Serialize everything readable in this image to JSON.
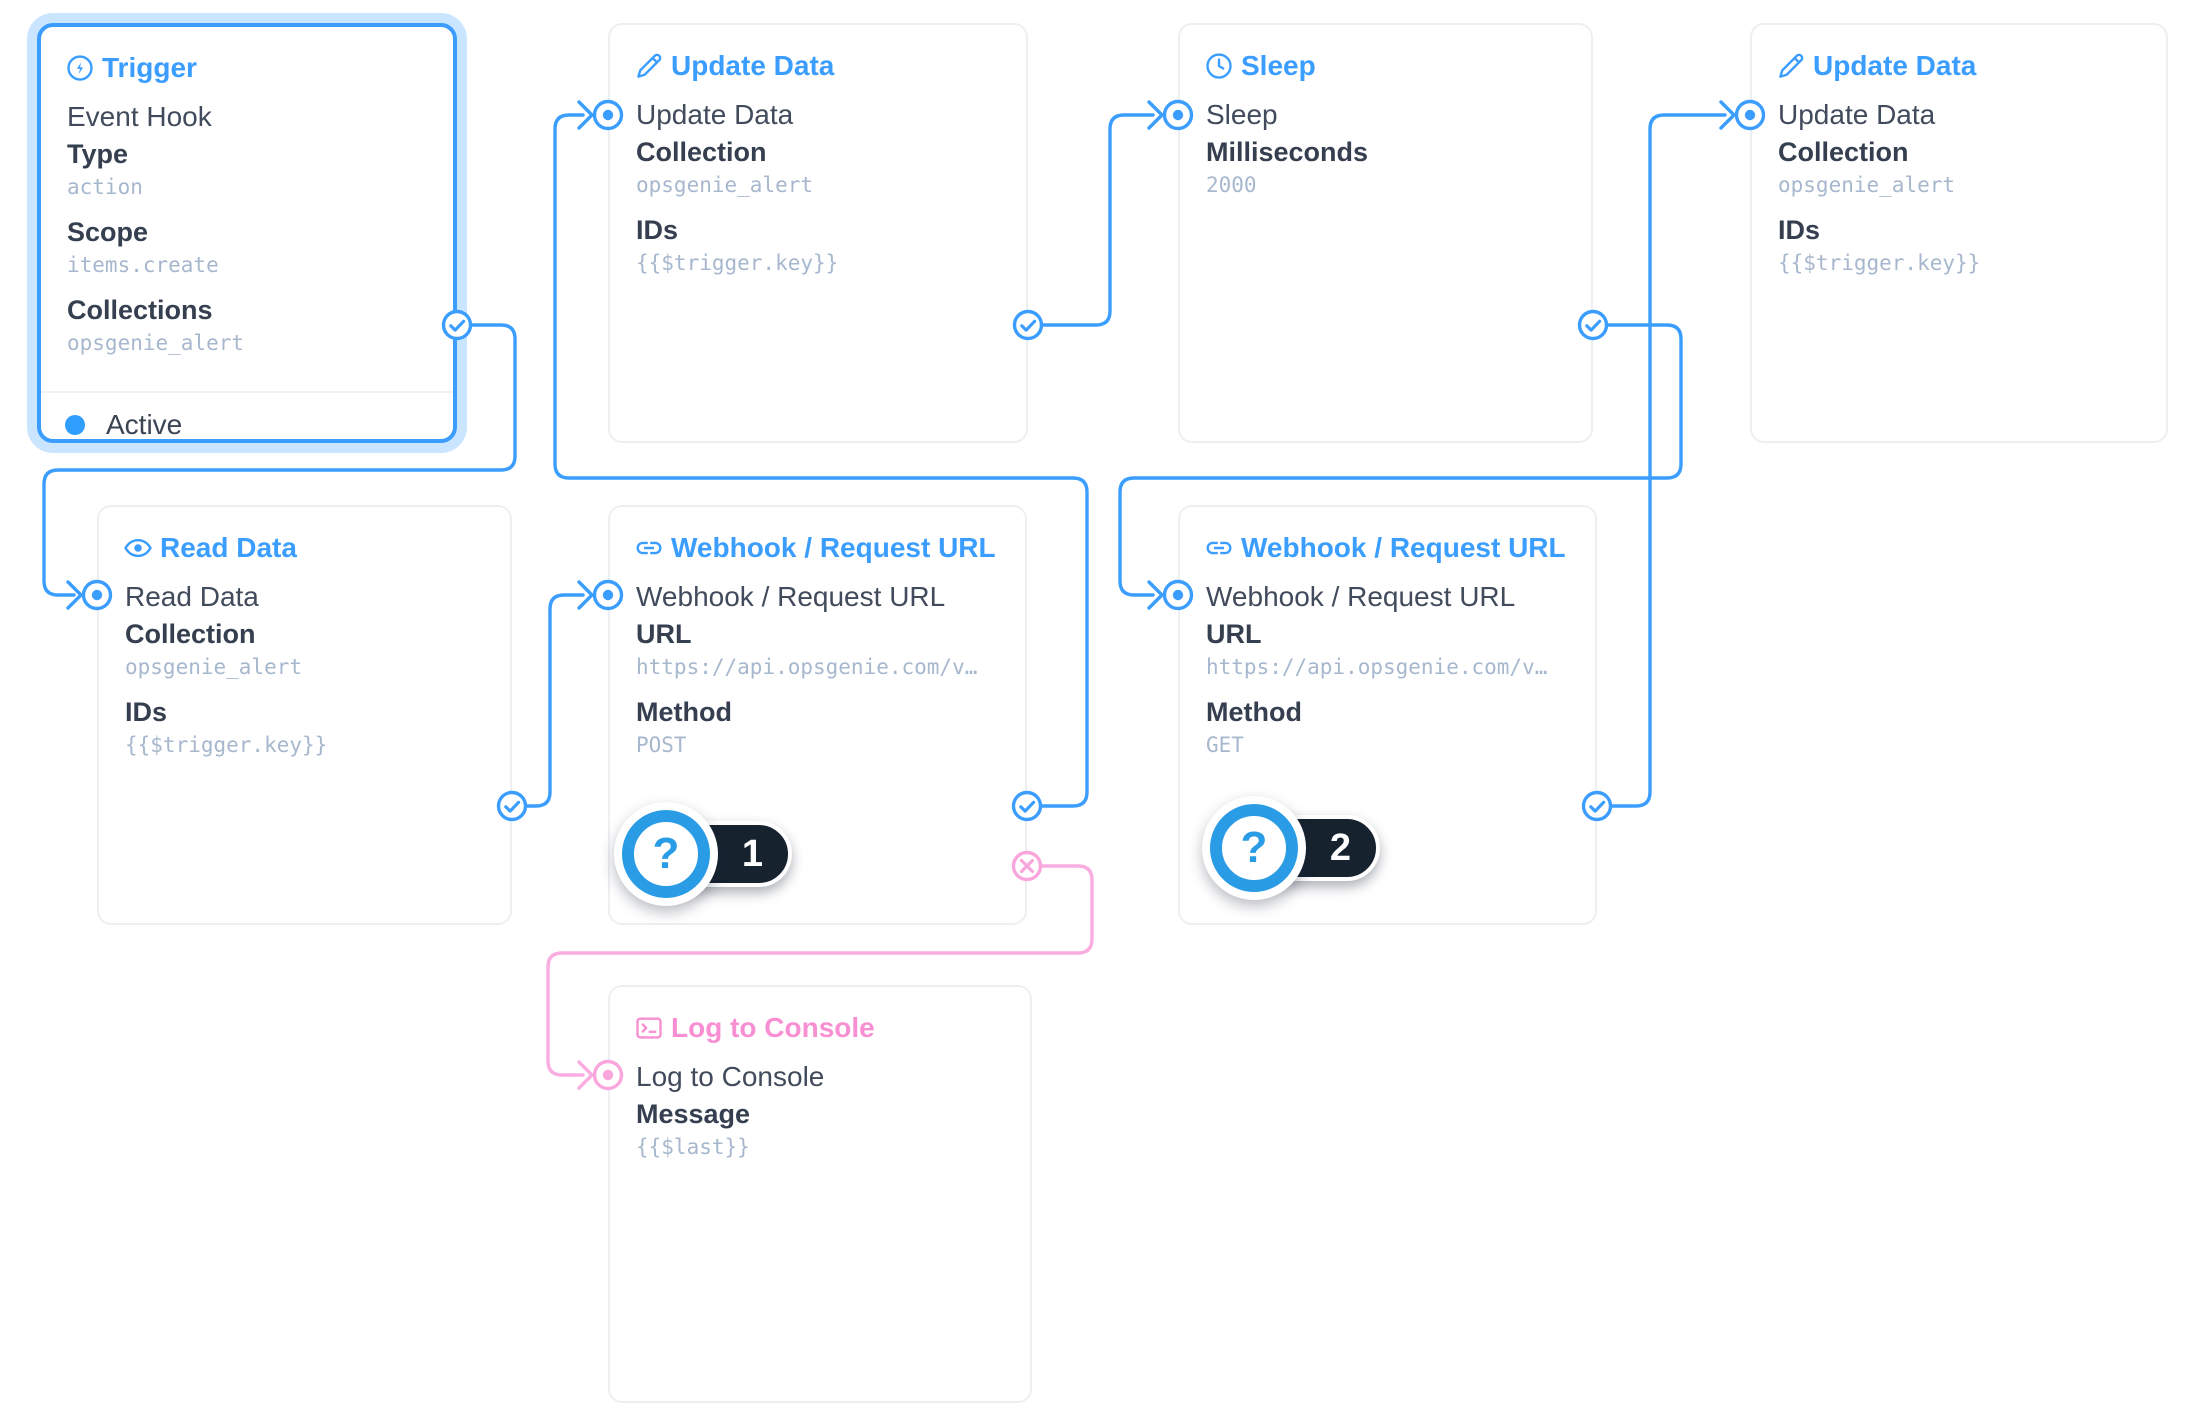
{
  "flow": {
    "colors": {
      "accent_blue": "#3b9eff",
      "accent_pink": "#f78fd2",
      "wire_pink": "#f9ade0",
      "badge_blue": "#2a9ce5",
      "badge_pill_black": "#17222f",
      "label_dark": "#353f4f",
      "value_gray": "#a7b7cd"
    },
    "nodes": {
      "trigger": {
        "icon": "zap-circle-icon",
        "title": "Trigger",
        "name": "Event Hook",
        "fields": [
          {
            "label": "Type",
            "value": "action"
          },
          {
            "label": "Scope",
            "value": "items.create"
          },
          {
            "label": "Collections",
            "value": "opsgenie_alert"
          }
        ],
        "status": "Active"
      },
      "update_data_1": {
        "icon": "pencil-icon",
        "title": "Update Data",
        "name": "Update Data",
        "fields": [
          {
            "label": "Collection",
            "value": "opsgenie_alert"
          },
          {
            "label": "IDs",
            "value": "{{$trigger.key}}"
          }
        ]
      },
      "sleep": {
        "icon": "clock-icon",
        "title": "Sleep",
        "name": "Sleep",
        "fields": [
          {
            "label": "Milliseconds",
            "value": "2000"
          }
        ]
      },
      "update_data_2": {
        "icon": "pencil-icon",
        "title": "Update Data",
        "name": "Update Data",
        "fields": [
          {
            "label": "Collection",
            "value": "opsgenie_alert"
          },
          {
            "label": "IDs",
            "value": "{{$trigger.key}}"
          }
        ]
      },
      "read_data": {
        "icon": "eye-icon",
        "title": "Read Data",
        "name": "Read Data",
        "fields": [
          {
            "label": "Collection",
            "value": "opsgenie_alert"
          },
          {
            "label": "IDs",
            "value": "{{$trigger.key}}"
          }
        ]
      },
      "webhook_1": {
        "icon": "link-icon",
        "title": "Webhook / Request URL",
        "name": "Webhook / Request URL",
        "fields": [
          {
            "label": "URL",
            "value": "https://api.opsgenie.com/v…"
          },
          {
            "label": "Method",
            "value": "POST"
          }
        ]
      },
      "webhook_2": {
        "icon": "link-icon",
        "title": "Webhook / Request URL",
        "name": "Webhook / Request URL",
        "fields": [
          {
            "label": "URL",
            "value": "https://api.opsgenie.com/v…"
          },
          {
            "label": "Method",
            "value": "GET"
          }
        ]
      },
      "log_to_console": {
        "icon": "terminal-icon",
        "title": "Log to Console",
        "name": "Log to Console",
        "fields": [
          {
            "label": "Message",
            "value": "{{$last}}"
          }
        ]
      }
    },
    "badges": [
      {
        "glyph": "?",
        "number": "1"
      },
      {
        "glyph": "?",
        "number": "2"
      }
    ]
  }
}
